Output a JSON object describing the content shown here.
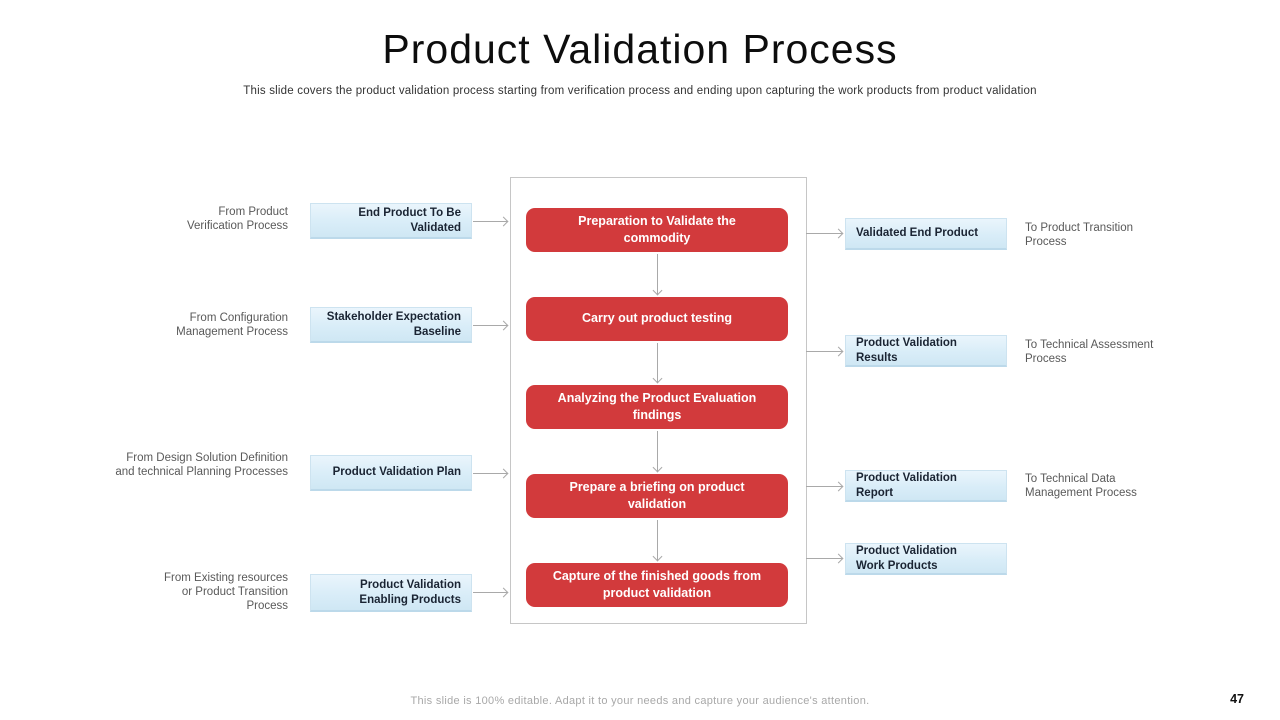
{
  "slide": {
    "title": "Product Validation Process",
    "subtitle": "This slide covers the product validation process starting from verification process and ending upon capturing the work products from product validation",
    "footer": "This slide is 100% editable. Adapt it to your needs and capture your audience's attention.",
    "page_number": "47"
  },
  "colors": {
    "step_red": "#d23a3c",
    "io_box_blue": "#d9edf8",
    "io_text_navy": "#1a2433",
    "label_gray": "#595959",
    "arrow_gray": "#a9a9a9",
    "frame_gray": "#c6c6c6"
  },
  "flow": {
    "inputs": [
      {
        "label": "From Product Verification Process",
        "box": "End Product To Be Validated"
      },
      {
        "label": "From Configuration Management Process",
        "box": "Stakeholder Expectation Baseline"
      },
      {
        "label": "From Design Solution Definition and technical Planning Processes",
        "box": "Product Validation Plan"
      },
      {
        "label": "From Existing resources or Product Transition Process",
        "box": "Product Validation Enabling Products"
      }
    ],
    "steps": [
      "Preparation to Validate the commodity",
      "Carry out product testing",
      "Analyzing the Product Evaluation findings",
      "Prepare a briefing on product validation",
      "Capture of the finished goods from product validation"
    ],
    "outputs": [
      {
        "box": "Validated End Product",
        "label": "To Product Transition Process"
      },
      {
        "box": "Product Validation Results",
        "label": "To Technical Assessment Process"
      },
      {
        "box": "Product Validation Report",
        "label": "To Technical Data Management Process"
      },
      {
        "box": "Product Validation Work Products",
        "label": ""
      }
    ]
  }
}
